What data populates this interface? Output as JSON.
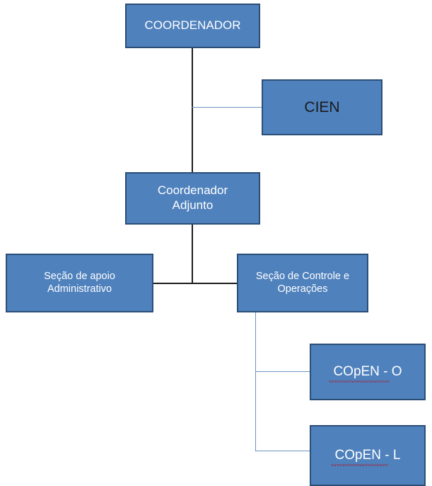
{
  "diagram": {
    "type": "organizational-chart",
    "title": "",
    "colors": {
      "node_fill": "#4F81BD",
      "node_border": "#2B4E77",
      "node_text_light": "#FFFFFF",
      "node_text_dark": "#1A1A1A",
      "connector_dark": "#1C1C1C",
      "connector_light": "#6C93BE",
      "spellcheck_underline": "#C00000",
      "background": "#FFFFFF"
    },
    "nodes": [
      {
        "id": "coordenador",
        "label": "COORDENADOR",
        "level": 0,
        "text_color": "#FFFFFF"
      },
      {
        "id": "cien",
        "label": "CIEN",
        "level": 1,
        "text_color": "#1A1A1A"
      },
      {
        "id": "coordenador_adjunto",
        "label": "Coordenador\nAdjunto",
        "level": 1,
        "text_color": "#FFFFFF"
      },
      {
        "id": "secao_apoio",
        "label": "Seção de apoio\nAdministrativo",
        "level": 2,
        "text_color": "#FFFFFF"
      },
      {
        "id": "secao_controle",
        "label": "Seção de Controle e\nOperações",
        "level": 2,
        "text_color": "#FFFFFF"
      },
      {
        "id": "copen_o",
        "label": "COpEN - O",
        "level": 3,
        "text_color": "#FFFFFF",
        "spellcheck_underline": true
      },
      {
        "id": "copen_l",
        "label": "COpEN - L",
        "level": 3,
        "text_color": "#FFFFFF",
        "spellcheck_underline": true
      }
    ],
    "edges": [
      {
        "from": "coordenador",
        "to": "coordenador_adjunto",
        "style": "dark"
      },
      {
        "from": "coordenador",
        "to": "cien",
        "style": "light"
      },
      {
        "from": "coordenador_adjunto",
        "to": "secao_apoio",
        "style": "dark"
      },
      {
        "from": "coordenador_adjunto",
        "to": "secao_controle",
        "style": "dark"
      },
      {
        "from": "secao_controle",
        "to": "copen_o",
        "style": "light"
      },
      {
        "from": "secao_controle",
        "to": "copen_l",
        "style": "light"
      }
    ]
  }
}
